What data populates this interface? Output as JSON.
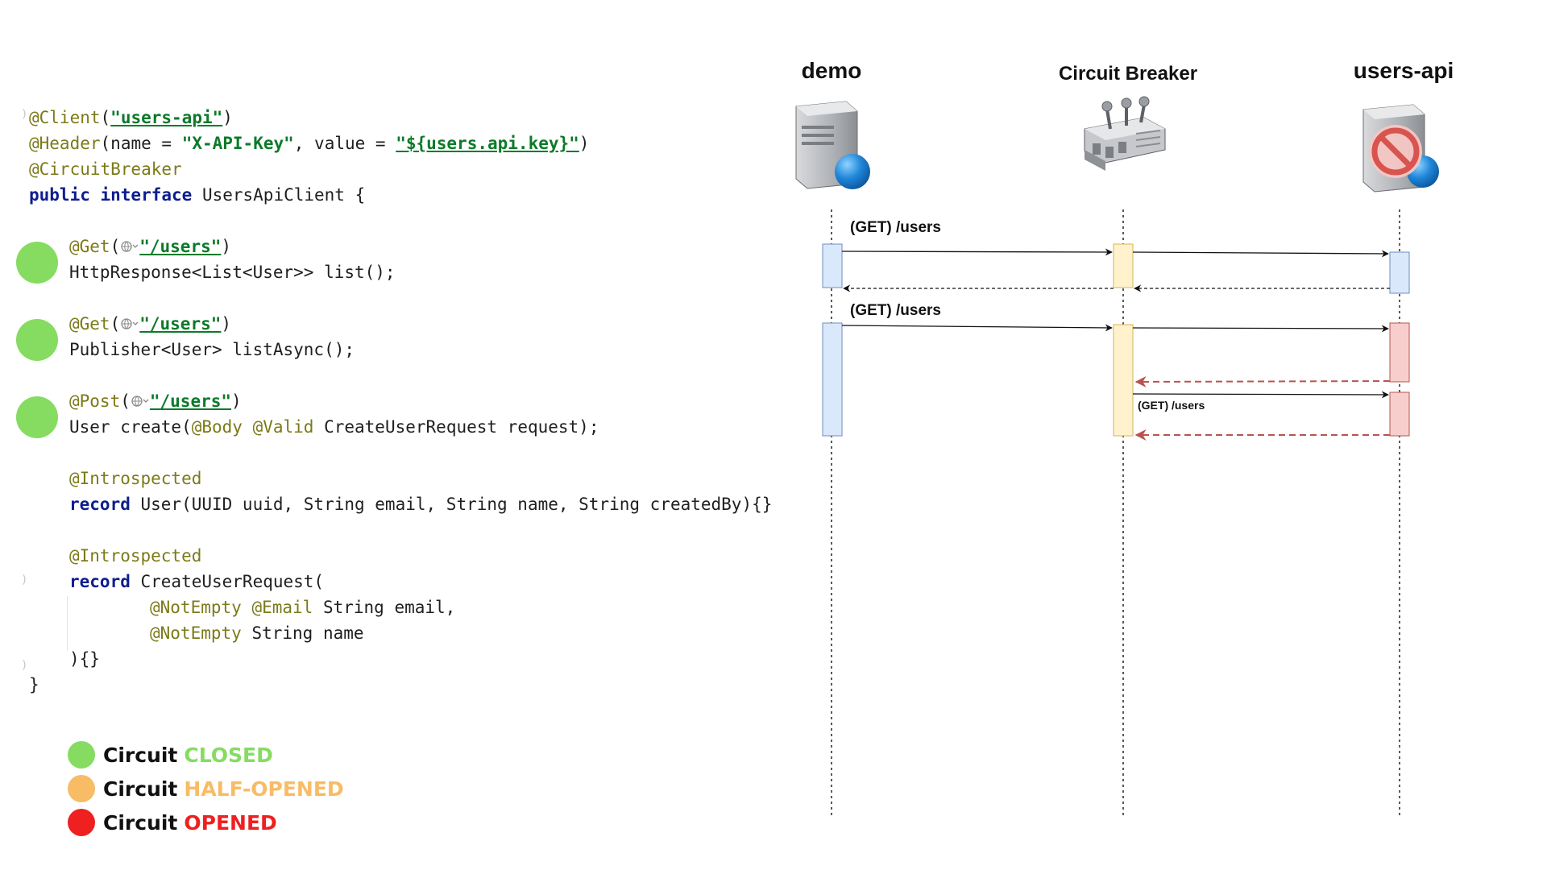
{
  "code": {
    "client_ann": "@Client",
    "client_value": "\"users-api\"",
    "header_ann": "@Header",
    "header_name_key": "name = ",
    "header_name_value": "\"X-API-Key\"",
    "header_value_key": ", value = ",
    "header_value_value": "\"${users.api.key}\"",
    "cb_ann": "@CircuitBreaker",
    "iface_kw": "public interface",
    "iface_name": " UsersApiClient {",
    "get_ann": "@Get",
    "users_path": "\"/users\"",
    "post_ann": "@Post",
    "list_sig": "HttpResponse<List<User>> list();",
    "list_async_sig": "Publisher<User> listAsync();",
    "create_sig_a": "User create(",
    "create_body_ann": "@Body",
    "create_valid_ann": "@Valid",
    "create_sig_b": " CreateUserRequest request);",
    "introspected_ann": "@Introspected",
    "record_kw": "record",
    "user_record": " User(UUID uuid, String email, String name, String createdBy){}",
    "create_record": " CreateUserRequest(",
    "notempty_ann": "@NotEmpty",
    "email_ann": "@Email",
    "email_field": " String email,",
    "name_field": " String name",
    "close_record": "){}",
    "close_iface": "}"
  },
  "legend": [
    {
      "word": "Circuit",
      "state": "CLOSED",
      "color": "#85dc61"
    },
    {
      "word": "Circuit",
      "state": "HALF-OPENED",
      "color": "#f8bb66"
    },
    {
      "word": "Circuit",
      "state": "OPENED",
      "color": "#ee2020"
    }
  ],
  "diagram": {
    "participants": [
      "demo",
      "Circuit Breaker",
      "users-api"
    ],
    "messages": [
      "(GET) /users",
      "(GET) /users",
      "(GET) /users"
    ]
  },
  "colors": {
    "closed": "#85dc61",
    "half_opened": "#f8bb66",
    "opened": "#ee2020",
    "activation_demo": "#dae8fc",
    "activation_cb": "#fff2cc",
    "activation_fail": "#f8cecc"
  }
}
